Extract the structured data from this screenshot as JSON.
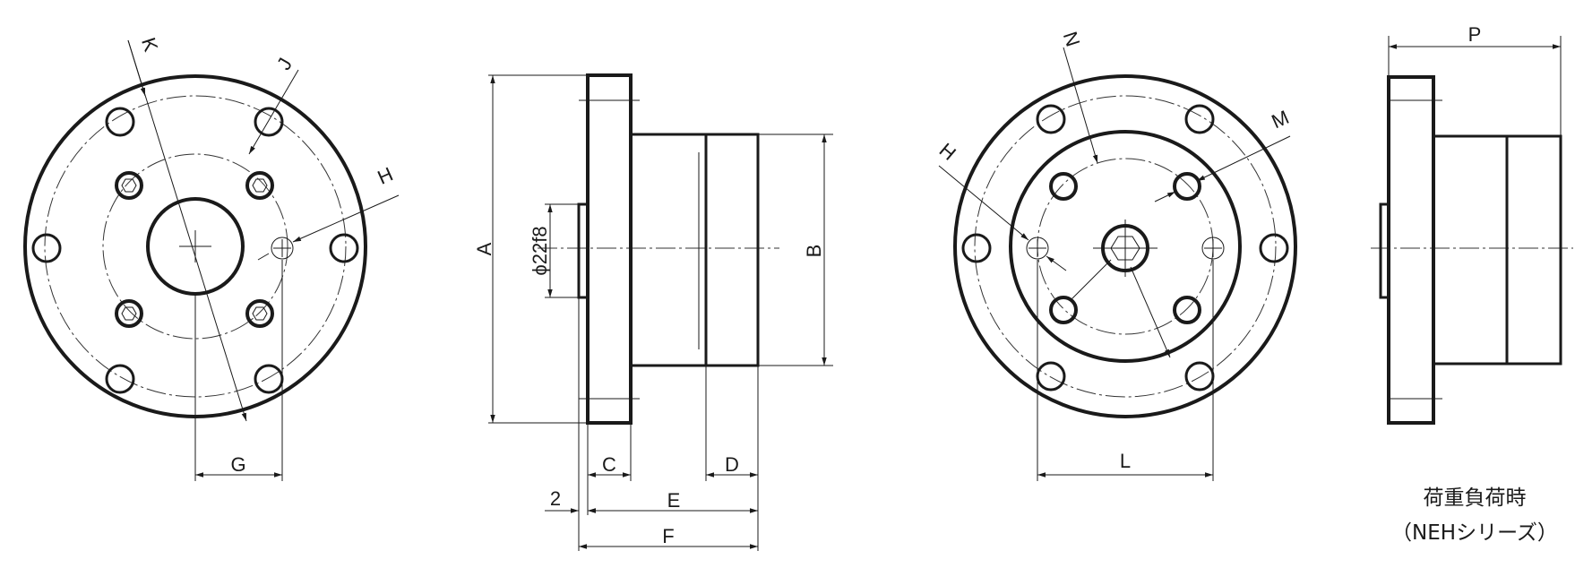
{
  "labels": {
    "A": "A",
    "B": "B",
    "C": "C",
    "D": "D",
    "E": "E",
    "F": "F",
    "G": "G",
    "H": "H",
    "J": "J",
    "K": "K",
    "L": "L",
    "M": "M",
    "N": "N",
    "P": "P",
    "two": "2",
    "shaft": "ϕ22f8"
  },
  "note": {
    "line1": "荷重負荷時",
    "line2": "（NEHシリーズ）"
  }
}
